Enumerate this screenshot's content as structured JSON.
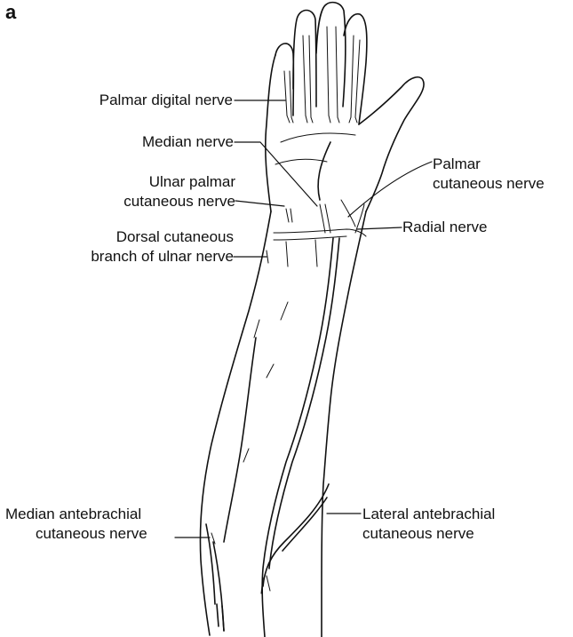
{
  "figure": {
    "panel_letter": "a",
    "labels": {
      "palmar_digital": "Palmar digital nerve",
      "median": "Median nerve",
      "ulnar_palmar_1": "Ulnar palmar",
      "ulnar_palmar_2": "cutaneous nerve",
      "dorsal_cutaneous_1": "Dorsal cutaneous",
      "dorsal_cutaneous_2": "branch of ulnar nerve",
      "palmar_cutaneous_1": "Palmar",
      "palmar_cutaneous_2": "cutaneous nerve",
      "radial": "Radial nerve",
      "median_antebrachial_1": "Median antebrachial",
      "median_antebrachial_2": "cutaneous nerve",
      "lateral_antebrachial_1": "Lateral antebrachial",
      "lateral_antebrachial_2": "cutaneous nerve"
    }
  }
}
